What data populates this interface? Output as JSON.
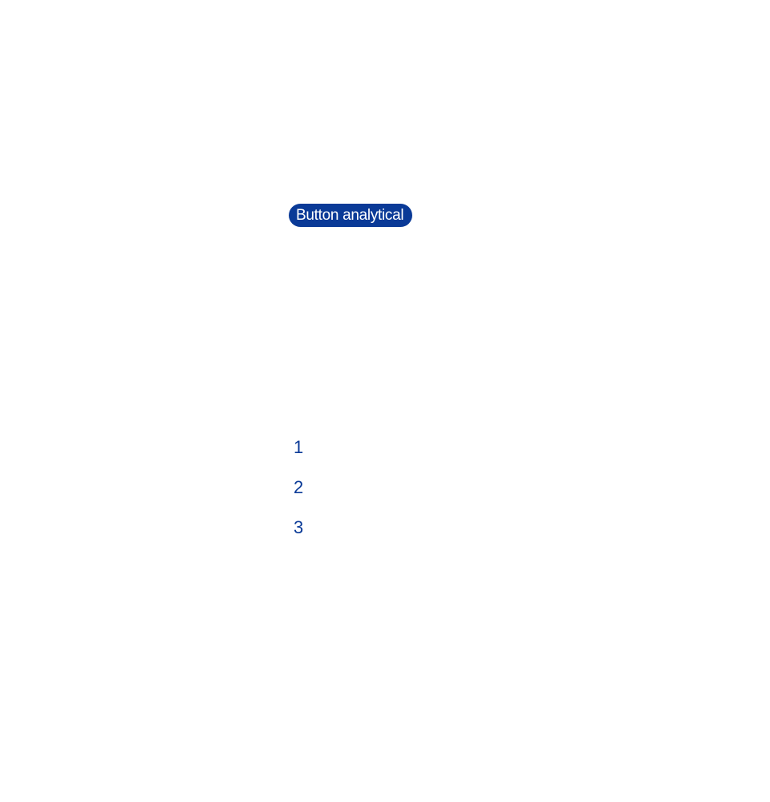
{
  "button": {
    "label": "Button analytical"
  },
  "pager": {
    "items": [
      {
        "label": "1"
      },
      {
        "label": "2"
      },
      {
        "label": "3"
      }
    ]
  },
  "colors": {
    "accent": "#0a3a97",
    "background": "#ffffff"
  }
}
